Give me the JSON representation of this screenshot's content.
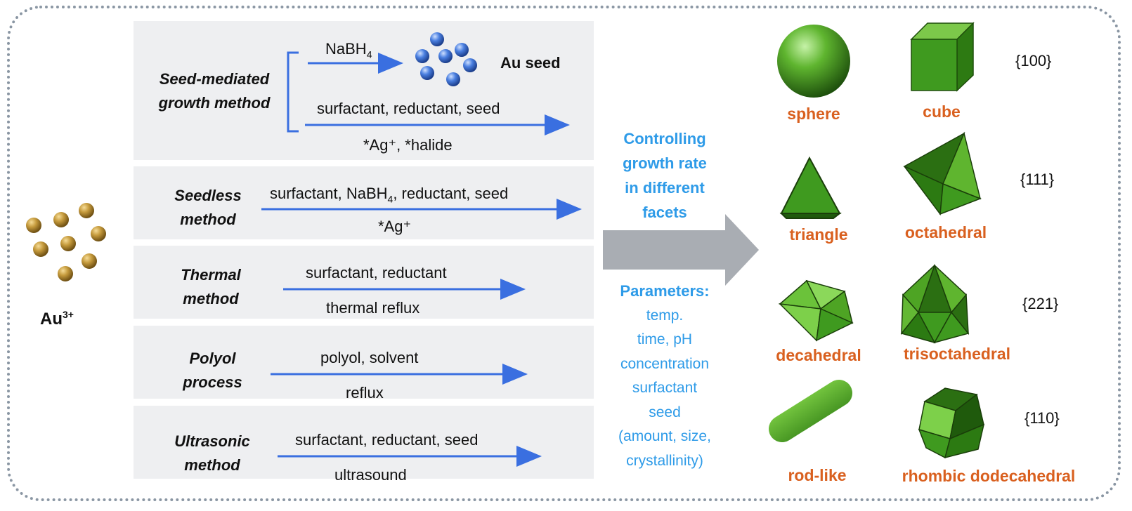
{
  "au3_label": "Au",
  "au3_sup": "3+",
  "methods": {
    "seed_mediated": {
      "title": "Seed-mediated growth method",
      "step1_reagent": "NaBH",
      "step1_sub": "4",
      "seed_label": "Au seed",
      "step2_above": "surfactant, reductant, seed",
      "step2_below": "*Ag⁺, *halide"
    },
    "seedless": {
      "title": "Seedless method",
      "above_a": "surfactant, NaBH",
      "above_sub": "4",
      "above_b": ", reductant, seed",
      "below": "*Ag⁺"
    },
    "thermal": {
      "title": "Thermal method",
      "above": "surfactant, reductant",
      "below": "thermal reflux"
    },
    "polyol": {
      "title": "Polyol process",
      "above": "polyol, solvent",
      "below": "reflux"
    },
    "ultrasonic": {
      "title": "Ultrasonic method",
      "above": "surfactant, reductant, seed",
      "below": "ultrasound"
    }
  },
  "middle": {
    "controlling": [
      "Controlling",
      "growth rate",
      "in different",
      "facets"
    ],
    "params_title": "Parameters:",
    "params": [
      "temp.",
      "time, pH",
      "concentration",
      "surfactant",
      "seed",
      "(amount, size,",
      "crystallinity)"
    ]
  },
  "shapes": {
    "sphere": "sphere",
    "cube": "cube",
    "triangle": "triangle",
    "octahedral": "octahedral",
    "decahedral": "decahedral",
    "trisoctahedral": "trisoctahedral",
    "rod": "rod-like",
    "rhombic": "rhombic dodecahedral"
  },
  "facets": {
    "f100": "{100}",
    "f111": "{111}",
    "f221": "{221}",
    "f110": "{110}"
  },
  "colors": {
    "arrow_blue": "#3a6fe0",
    "label_orange": "#d9601f",
    "text_blue": "#2e9be8",
    "shape_green": "#3f9a1f",
    "gold": "#c0922f"
  }
}
